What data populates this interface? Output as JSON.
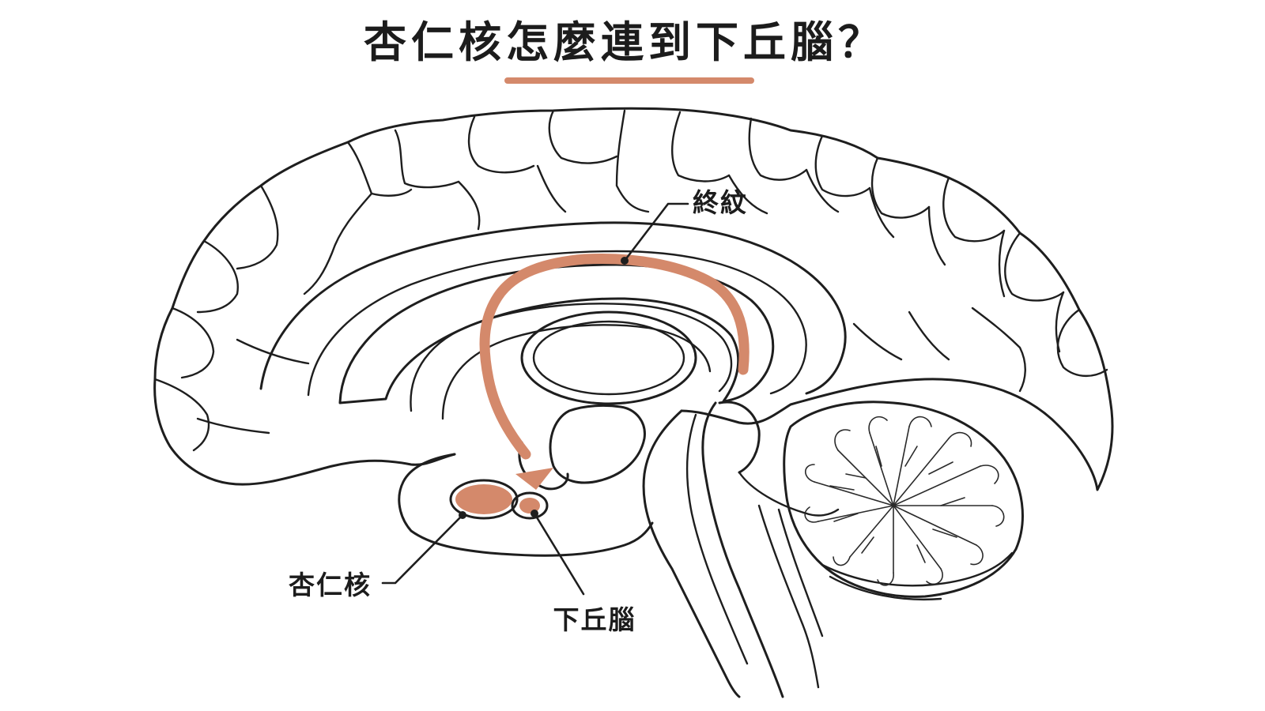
{
  "title": "杏仁核怎麼連到下丘腦？",
  "labels": {
    "stria_terminalis": "終紋",
    "amygdala": "杏仁核",
    "hypothalamus": "下丘腦"
  },
  "colors": {
    "accent": "#d4896b",
    "ink": "#1e1e1e",
    "background": "#ffffff"
  }
}
